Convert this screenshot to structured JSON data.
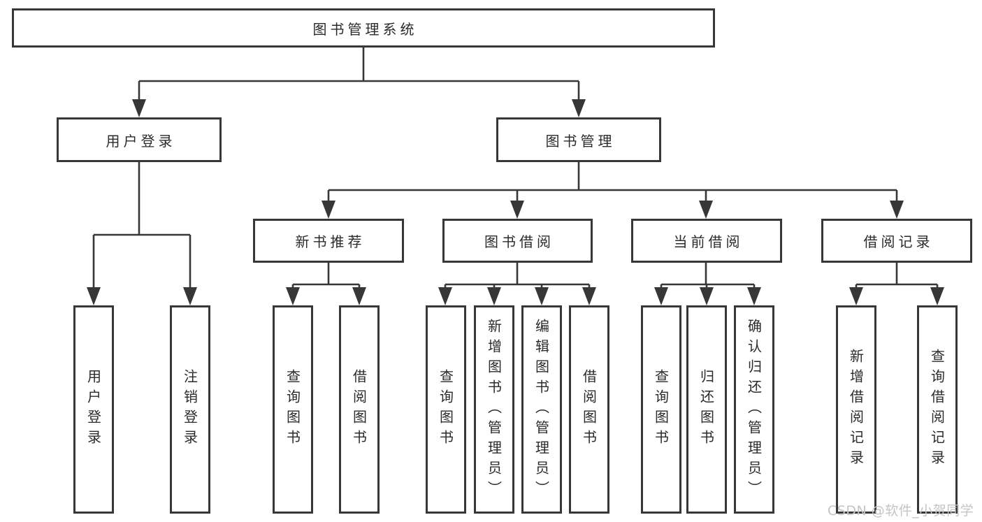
{
  "tree": {
    "label": "图书管理系统",
    "children": [
      {
        "label": "用户登录",
        "children": [
          {
            "label": "用户登录"
          },
          {
            "label": "注销登录"
          }
        ]
      },
      {
        "label": "图书管理",
        "children": [
          {
            "label": "新书推荐",
            "children": [
              {
                "label": "查询图书"
              },
              {
                "label": "借阅图书"
              }
            ]
          },
          {
            "label": "图书借阅",
            "children": [
              {
                "label": "查询图书"
              },
              {
                "label": "新增图书（管理员）"
              },
              {
                "label": "编辑图书（管理员）"
              },
              {
                "label": "借阅图书"
              }
            ]
          },
          {
            "label": "当前借阅",
            "children": [
              {
                "label": "查询图书"
              },
              {
                "label": "归还图书"
              },
              {
                "label": "确认归还（管理员）"
              }
            ]
          },
          {
            "label": "借阅记录",
            "children": [
              {
                "label": "新增借阅记录"
              },
              {
                "label": "查询借阅记录"
              }
            ]
          }
        ]
      }
    ]
  },
  "watermark": "CSDN @软件_小贺同学",
  "colors": {
    "line": "#373737",
    "text": "#2b2b2b",
    "watermark": "#c4c4c4",
    "background": "#ffffff"
  }
}
